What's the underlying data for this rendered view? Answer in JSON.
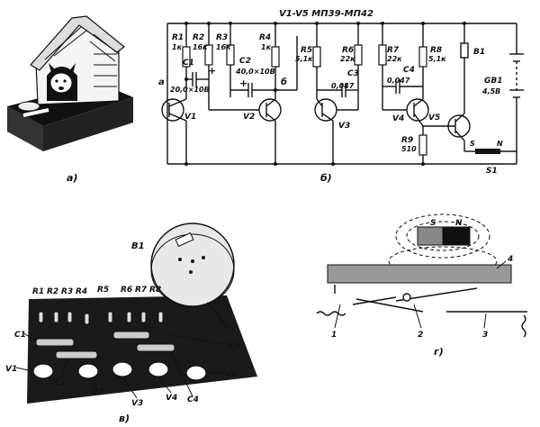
{
  "schematic": {
    "header": "V1-V5  МП39-МП42",
    "resistors": [
      {
        "name": "R1",
        "value": "1к"
      },
      {
        "name": "R2",
        "value": "16к"
      },
      {
        "name": "R3",
        "value": "16к"
      },
      {
        "name": "R4",
        "value": "1к"
      },
      {
        "name": "R5",
        "value": "5,1к"
      },
      {
        "name": "R6",
        "value": "22к"
      },
      {
        "name": "R7",
        "value": "22к"
      },
      {
        "name": "R8",
        "value": "5,1к"
      },
      {
        "name": "R9",
        "value": "510"
      }
    ],
    "capacitors": [
      {
        "name": "C1",
        "value": "20,0×10В"
      },
      {
        "name": "C2",
        "value": "40,0×10В"
      },
      {
        "name": "C3",
        "value": "0,047"
      },
      {
        "name": "C4",
        "value": "0,047"
      }
    ],
    "transistors": [
      "V1",
      "V2",
      "V3",
      "V4",
      "V5"
    ],
    "nodes": {
      "a": "а",
      "b": "б"
    },
    "relay": "B1",
    "battery": {
      "name": "GB1",
      "value": "4,5В"
    },
    "reed_switch": {
      "name": "S1",
      "pole_s": "S",
      "pole_n": "N"
    },
    "plus_signs": [
      "+",
      "+"
    ]
  },
  "board": {
    "resistors": [
      "R1",
      "R2",
      "R3",
      "R4",
      "R5",
      "R6",
      "R7",
      "R8"
    ],
    "capacitors_left": [
      "C1",
      "C2"
    ],
    "capacitors_right": [
      "C3",
      "C4"
    ],
    "transistors": [
      "V1",
      "V2",
      "V3",
      "V4",
      "V5"
    ],
    "relay": "B1"
  },
  "magnet": {
    "pole_s": "S",
    "pole_n": "N",
    "callouts": [
      "1",
      "2",
      "3",
      "4"
    ]
  },
  "captions": {
    "a": "а)",
    "b": "б)",
    "v": "в)",
    "g": "г)"
  }
}
